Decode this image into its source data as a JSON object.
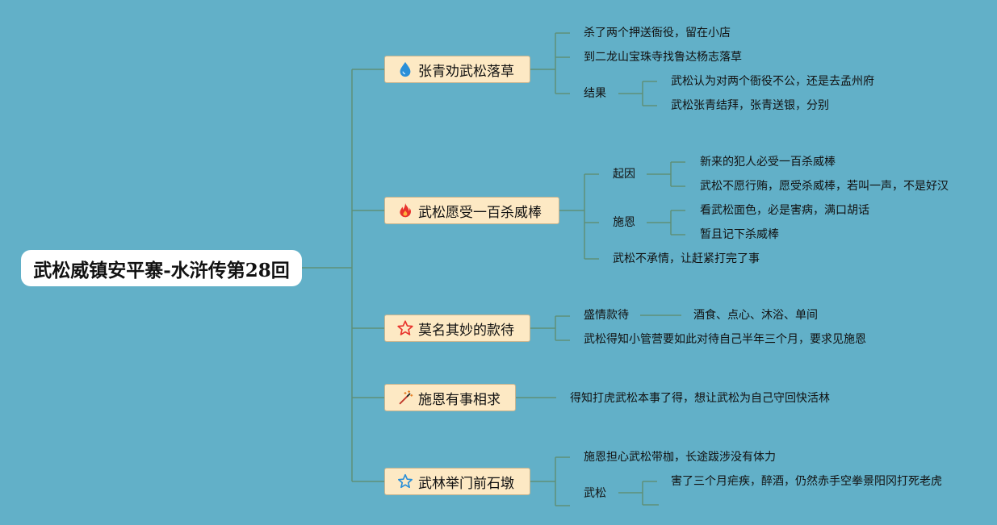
{
  "colors": {
    "background": "#62b0c8",
    "line": "#5e8f78",
    "branch_fill": "#fde9c4",
    "root_fill": "#ffffff"
  },
  "root": {
    "label": "武松威镇安平寨-水浒传第28回"
  },
  "branches": [
    {
      "label": "张青劝武松落草",
      "icon": "water-drop-icon",
      "children": [
        {
          "label": "杀了两个押送衙役，留在小店"
        },
        {
          "label": "到二龙山宝珠寺找鲁达杨志落草"
        },
        {
          "label": "结果",
          "children": [
            {
              "label": "武松认为对两个衙役不公，还是去孟州府"
            },
            {
              "label": "武松张青结拜，张青送银，分别"
            }
          ]
        }
      ]
    },
    {
      "label": "武松愿受一百杀威棒",
      "icon": "fire-icon",
      "children": [
        {
          "label": "起因",
          "children": [
            {
              "label": "新来的犯人必受一百杀威棒"
            },
            {
              "label": "武松不愿行贿，愿受杀威棒，若叫一声，不是好汉"
            }
          ]
        },
        {
          "label": "施恩",
          "children": [
            {
              "label": "看武松面色，必是害病，满口胡话"
            },
            {
              "label": "暂且记下杀威棒"
            }
          ]
        },
        {
          "label": "武松不承情，让赶紧打完了事"
        }
      ]
    },
    {
      "label": "莫名其妙的款待",
      "icon": "star-outline-icon",
      "children": [
        {
          "label": "盛情款待",
          "children": [
            {
              "label": "酒食、点心、沐浴、单间"
            }
          ]
        },
        {
          "label": "武松得知小管营要如此对待自己半年三个月，要求见施恩"
        }
      ]
    },
    {
      "label": "施恩有事相求",
      "icon": "magic-wand-icon",
      "children": [
        {
          "label": "得知打虎武松本事了得，想让武松为自己守回快活林"
        }
      ]
    },
    {
      "label": "武林举门前石墩",
      "icon": "star-blue-icon",
      "children": [
        {
          "label": "施恩担心武松带枷，长途跋涉没有体力"
        },
        {
          "label": "武松",
          "children": [
            {
              "label": "害了三个月疟疾，醉酒，仍然赤手空拳景阳冈打死老虎"
            }
          ]
        }
      ]
    }
  ]
}
